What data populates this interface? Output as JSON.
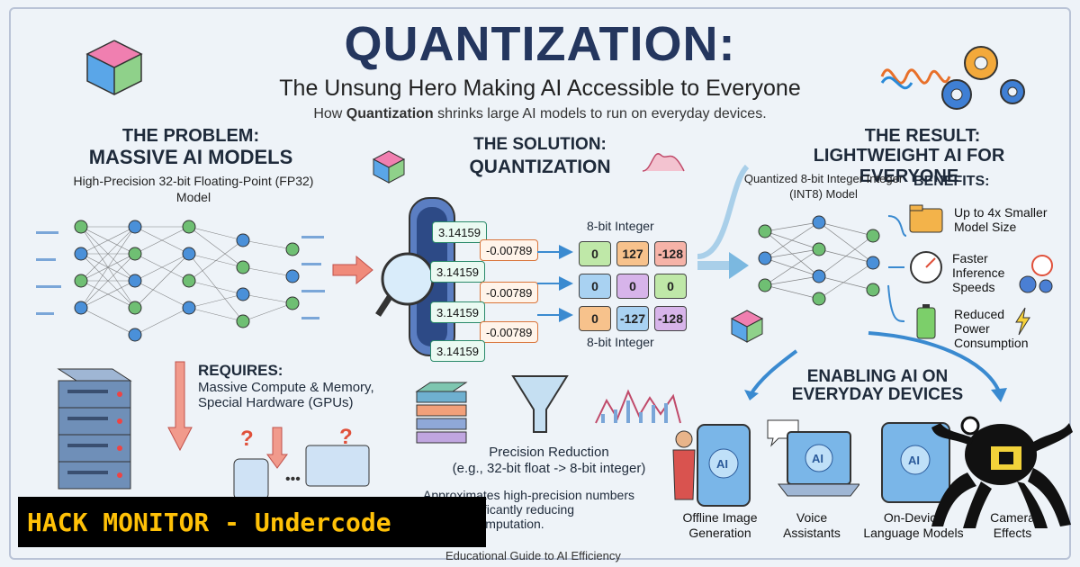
{
  "header": {
    "title": "QUANTIZATION:",
    "subtitle": "The Unsung Hero Making AI Accessible to Everyone",
    "tagline_pre": "How ",
    "tagline_bold": "Quantization",
    "tagline_post": " shrinks large AI models to run on everyday devices."
  },
  "problem": {
    "heading_1": "THE PROBLEM:",
    "heading_2": "MASSIVE AI MODELS",
    "desc": "High-Precision 32-bit Floating-Point (FP32) Model",
    "requires_heading": "REQUIRES:",
    "requires_desc": "Massive Compute & Memory, Special Hardware (GPUs)"
  },
  "solution": {
    "heading_1": "THE SOLUTION:",
    "heading_2": "QUANTIZATION",
    "float_values": [
      "3.14159",
      "-0.00789",
      "3.14159",
      "-0.00789",
      "3.14159",
      "-0.00789",
      "3.14159"
    ],
    "int_label_top": "8-bit Integer",
    "int_label_bottom": "8-bit Integer",
    "int_grid": [
      [
        "0",
        "127",
        "-128"
      ],
      [
        "0",
        "0",
        "0"
      ],
      [
        "0",
        "-127",
        "-128"
      ]
    ],
    "precision_heading": "Precision Reduction",
    "precision_example": "(e.g., 32-bit float -> 8-bit integer)",
    "approx_line_1": "Approximates high-precision numbers",
    "approx_line_2": "r bits, significantly reducing",
    "approx_line_3": "age and computation."
  },
  "result": {
    "heading_1": "THE RESULT:",
    "heading_2": "LIGHTWEIGHT AI FOR EVERYONE",
    "desc": "Quantized 8-bit Integer Integer (INT8) Model",
    "benefits_heading": "BENEFITS:",
    "benefits": [
      "Up to 4x Smaller Model Size",
      "Faster Inference Speeds",
      "Reduced Power Consumption"
    ]
  },
  "devices": {
    "heading_1": "ENABLING AI ON",
    "heading_2": "EVERYDAY DEVICES",
    "items": [
      "Offline Image Generation",
      "Voice Assistants",
      "On-Device Language Models",
      "Camera Effects"
    ],
    "ai_label": "AI"
  },
  "banner": {
    "text": "HACK MONITOR - Undercode"
  },
  "footer": {
    "text": "Educational Guide to AI Efficiency"
  },
  "colors": {
    "title": "#24365e",
    "banner_bg": "#000000",
    "banner_text": "#ffc107",
    "int_green": "#bfe8a8",
    "int_orange": "#f7c28c",
    "int_blue": "#a9d2f2",
    "int_red": "#f6b3a8"
  }
}
